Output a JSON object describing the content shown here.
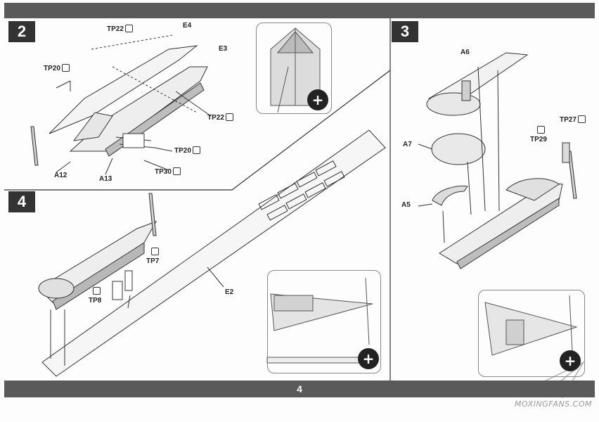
{
  "page_number": "4",
  "steps": [
    {
      "number": "2"
    },
    {
      "number": "3"
    },
    {
      "number": "4"
    }
  ],
  "labels": {
    "tp22_top": "TP22",
    "e4": "E4",
    "e3": "E3",
    "tp20_left": "TP20",
    "tp22_right": "TP22",
    "tp20_bottom": "TP20",
    "a12": "A12",
    "a13": "A13",
    "tp30": "TP30",
    "a6": "A6",
    "a7": "A7",
    "a5": "A5",
    "tp27": "TP27",
    "tp29": "TP29",
    "tp7": "TP7",
    "tp8": "TP8",
    "e2": "E2"
  },
  "zoom_symbol": "+",
  "watermark": "MOXINGFANS.COM",
  "icons": {
    "zoom": "magnifier-plus-icon",
    "glue": "glue-tube-icon",
    "logo": "paper-plane-logo"
  }
}
